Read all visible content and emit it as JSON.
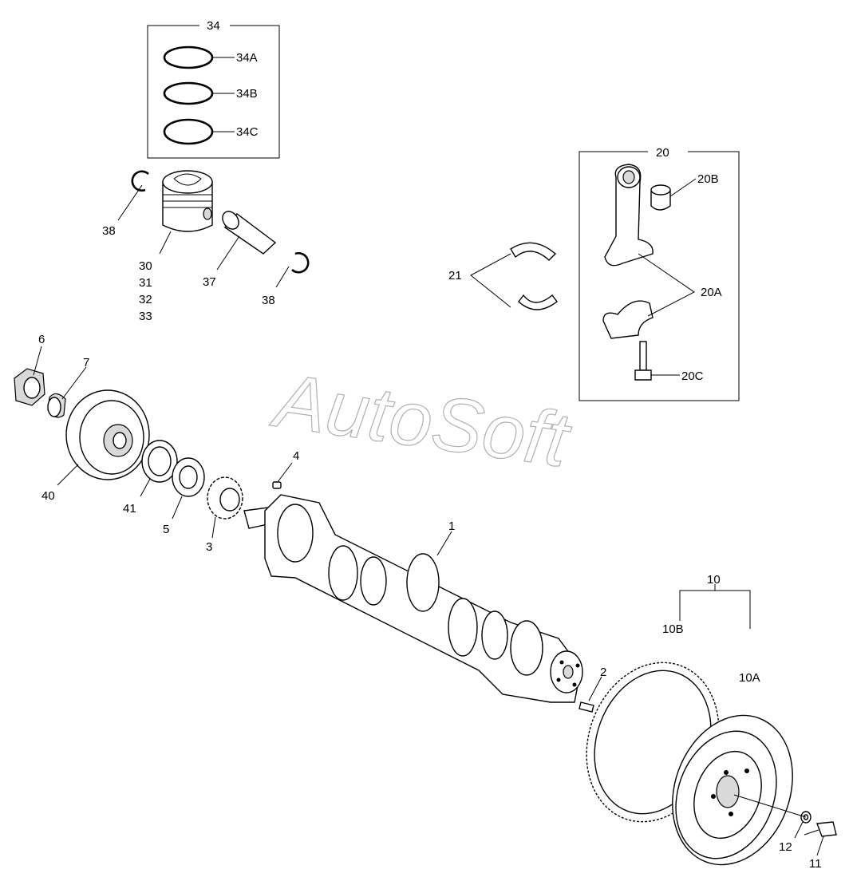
{
  "watermark": "AutoSoft",
  "callouts": {
    "c1": "1",
    "c2": "2",
    "c3": "3",
    "c4": "4",
    "c5": "5",
    "c6": "6",
    "c7": "7",
    "c10": "10",
    "c10A": "10A",
    "c10B": "10B",
    "c11": "11",
    "c12": "12",
    "c20": "20",
    "c20A": "20A",
    "c20B": "20B",
    "c20C": "20C",
    "c21": "21",
    "c30": "30",
    "c31": "31",
    "c32": "32",
    "c33": "33",
    "c34": "34",
    "c34A": "34A",
    "c34B": "34B",
    "c34C": "34C",
    "c37": "37",
    "c38a": "38",
    "c38b": "38",
    "c40": "40",
    "c41": "41"
  }
}
